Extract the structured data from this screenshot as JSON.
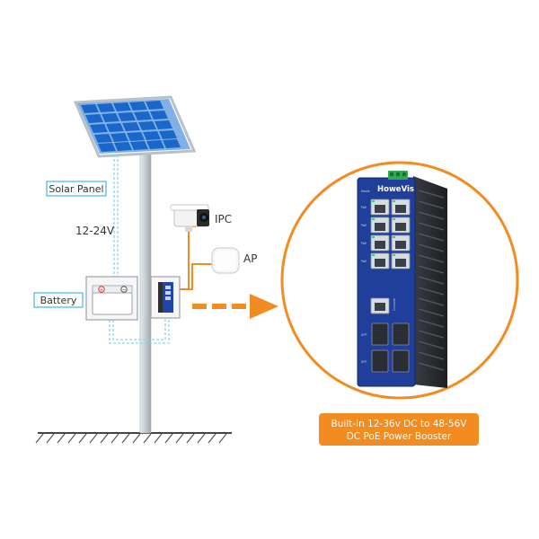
{
  "labels": {
    "solar_panel": "Solar Panel",
    "voltage": "12-24V",
    "ipc": "IPC",
    "ap": "AP",
    "battery": "Battery",
    "battery_plus": "+",
    "battery_minus": "−"
  },
  "device": {
    "brand": "HoweVis",
    "reset": "Reset",
    "port_group_labels": [
      "PoE",
      "PoE",
      "PoE",
      "PoE"
    ],
    "console_label": "Console",
    "sfp_labels": [
      "SFP",
      "SFP"
    ]
  },
  "caption": {
    "line1": "Built-in 12-36v DC to 48-56V",
    "line2": "DC PoE Power Booster"
  },
  "colors": {
    "accent_orange": "#f28b20",
    "cable_blue": "#8fd3ec",
    "label_border": "#45b6e0",
    "switch_blue": "#1f3f9a",
    "panel_blue": "#1e66c8",
    "pole_gray": "#c8cfd4",
    "ground": "#444444"
  },
  "icons": [
    "solar-panel-icon",
    "camera-icon",
    "access-point-icon",
    "battery-icon",
    "switch-icon",
    "arrow-right-icon"
  ]
}
